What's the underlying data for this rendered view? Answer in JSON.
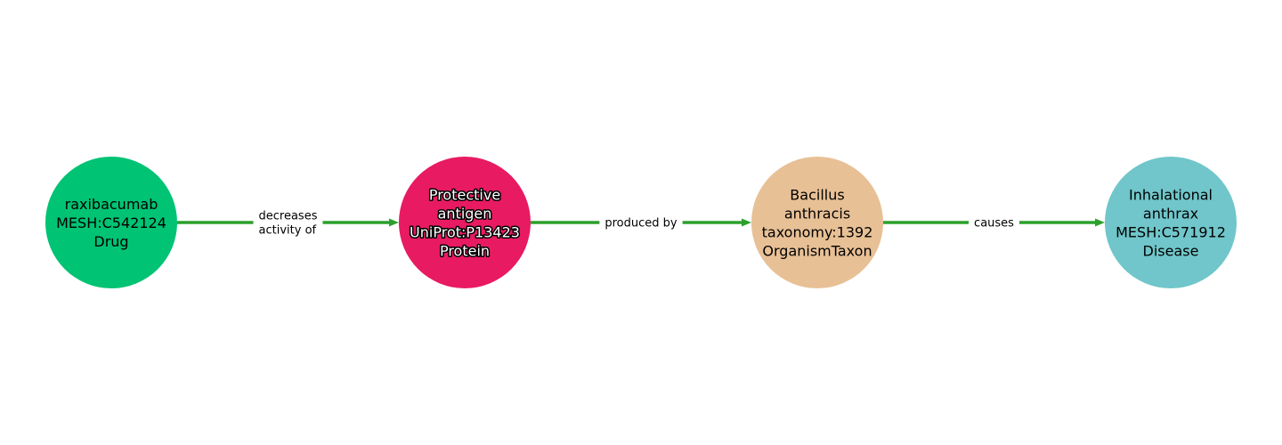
{
  "graph": {
    "edge_color": "#2ca02c",
    "nodes": [
      {
        "id": "raxibacumab",
        "lines": [
          "raxibacumab",
          "MESH:C542124",
          "Drug"
        ],
        "fill": "#00c373",
        "text_color": "#000000",
        "halo": false
      },
      {
        "id": "protective-antigen",
        "lines": [
          "Protective",
          "antigen",
          "UniProt:P13423",
          "Protein"
        ],
        "fill": "#e81a62",
        "text_color": "#ffffff",
        "halo": true
      },
      {
        "id": "bacillus-anthracis",
        "lines": [
          "Bacillus",
          "anthracis",
          "taxonomy:1392",
          "OrganismTaxon"
        ],
        "fill": "#e8c096",
        "text_color": "#000000",
        "halo": false
      },
      {
        "id": "inhalational-anthrax",
        "lines": [
          "Inhalational",
          "anthrax",
          "MESH:C571912",
          "Disease"
        ],
        "fill": "#70c6ca",
        "text_color": "#000000",
        "halo": false
      }
    ],
    "edges": [
      {
        "from": 0,
        "to": 1,
        "label_lines": [
          "decreases",
          "activity of"
        ]
      },
      {
        "from": 1,
        "to": 2,
        "label_lines": [
          "produced by"
        ]
      },
      {
        "from": 2,
        "to": 3,
        "label_lines": [
          "causes"
        ]
      }
    ]
  }
}
